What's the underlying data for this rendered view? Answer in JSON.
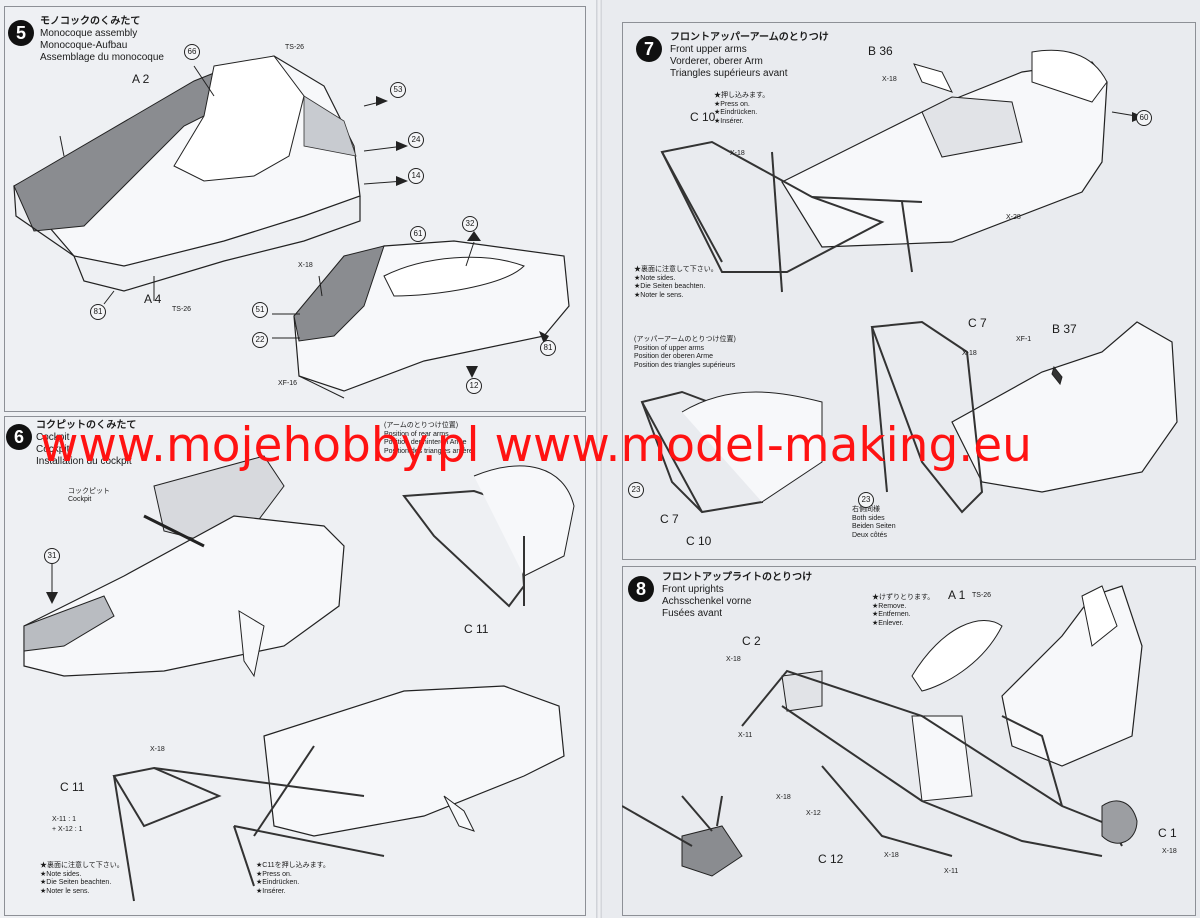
{
  "watermark": "www.mojehobby.pl www.model-making.eu",
  "steps": {
    "s5": {
      "number": "5",
      "jp": "モノコックのくみたて",
      "en": "Monocoque assembly",
      "de": "Monocoque-Aufbau",
      "fr": "Assemblage du monocoque",
      "labels": {
        "a2": "A 2",
        "a4": "A 4",
        "ts26a": "TS-26",
        "ts26b": "TS-26",
        "x18": "X-18",
        "xf16": "XF-16",
        "p66": "66",
        "p53": "53",
        "p24": "24",
        "p14": "14",
        "p81a": "81",
        "p32": "32",
        "p61": "61",
        "p51": "51",
        "p22": "22",
        "p81b": "81",
        "p12": "12"
      }
    },
    "s6": {
      "number": "6",
      "jp": "コクピットのくみたて",
      "en": "Cockpit",
      "de": "Cockpit",
      "fr": "Installation du cockpit",
      "right_jp": "(アームのとりつけ位置)",
      "right_en": "Position of rear arms",
      "right_de": "Position der hinteren Arme",
      "right_fr": "Position des triangles arrière",
      "cockpit_jp": "コックピット",
      "cockpit_en": "Cockpit",
      "labels": {
        "p31": "31",
        "c11a": "C 11",
        "c11b": "C 11",
        "x18": "X-18",
        "x11": "X-11 : 1",
        "x12": "+ X-12 : 1"
      },
      "note_left": [
        "★裏面に注意して下さい。",
        "★Note sides.",
        "★Die Seiten beachten.",
        "★Noter le sens."
      ],
      "note_right": [
        "★C11を押し込みます。",
        "★Press on.",
        "★Eindrücken.",
        "★Insérer."
      ]
    },
    "s7": {
      "number": "7",
      "jp": "フロントアッパーアームのとりつけ",
      "en": "Front upper arms",
      "de": "Vorderer, oberer Arm",
      "fr": "Triangles supérieurs avant",
      "pos_jp": "(アッパーアームのとりつけ位置)",
      "pos_en": "Position of upper arms",
      "pos_de": "Position der oberen Arme",
      "pos_fr": "Position des triangles supérieurs",
      "press": [
        "★押し込みます。",
        "★Press on.",
        "★Eindrücken.",
        "★Insérer."
      ],
      "sides": [
        "★裏面に注意して下さい。",
        "★Note sides.",
        "★Die Seiten beachten.",
        "★Noter le sens."
      ],
      "both": [
        "右側同様",
        "Both sides",
        "Beiden Seiten",
        "Deux côtés"
      ],
      "labels": {
        "b36": "B 36",
        "b37": "B 37",
        "c10a": "C 10",
        "c10b": "C 10",
        "c7a": "C 7",
        "c7b": "C 7",
        "x18a": "X-18",
        "x18b": "X-18",
        "x18c": "X-18",
        "x28": "X-28",
        "xf1": "XF-1",
        "p60": "60",
        "p23a": "23",
        "p23b": "23"
      }
    },
    "s8": {
      "number": "8",
      "jp": "フロントアップライトのとりつけ",
      "en": "Front uprights",
      "de": "Achsschenkel vorne",
      "fr": "Fusées avant",
      "remove": [
        "★けずりとります。",
        "★Remove.",
        "★Entfernen.",
        "★Enlever."
      ],
      "labels": {
        "a1": "A 1",
        "ts26": "TS-26",
        "c2": "C 2",
        "c1": "C 1",
        "c12": "C 12",
        "x18a": "X-18",
        "x18b": "X-18",
        "x18c": "X-18",
        "x18d": "X-18",
        "x11a": "X-11",
        "x11b": "X-11",
        "x12": "X-12"
      }
    }
  }
}
